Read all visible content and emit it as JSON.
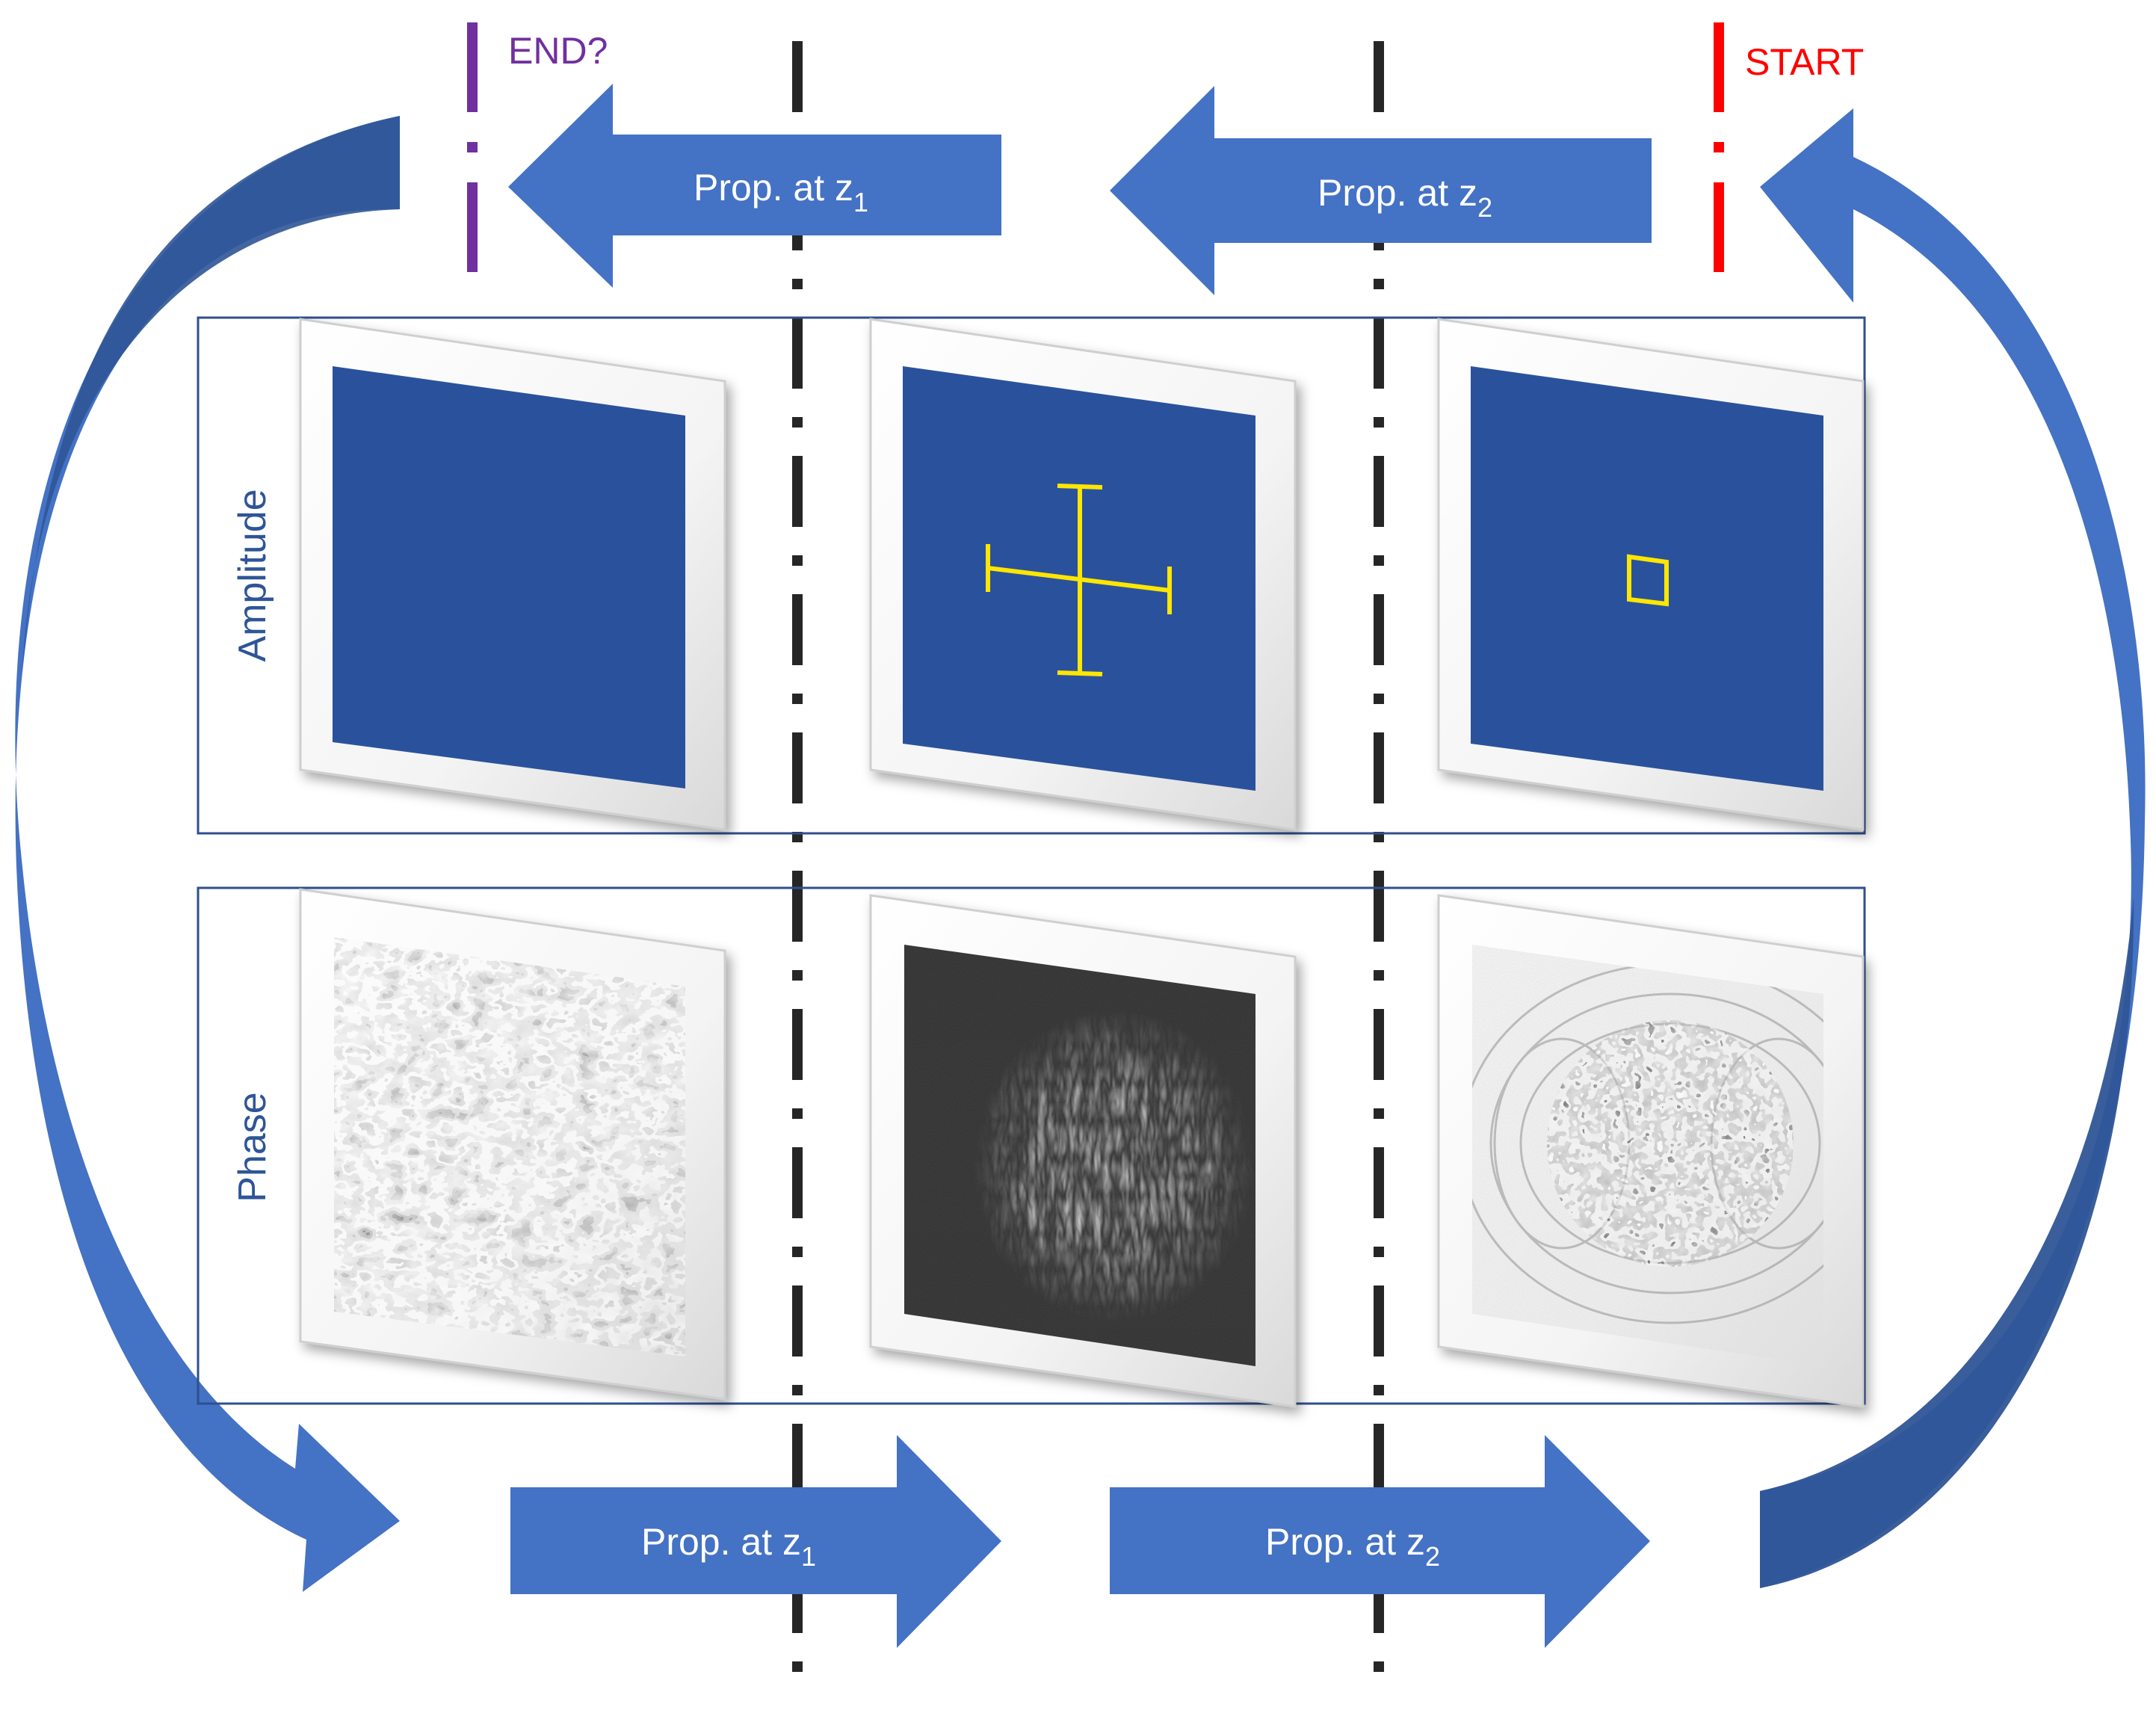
{
  "labels": {
    "end": "END?",
    "start": "START",
    "amplitude": "Amplitude",
    "phase": "Phase"
  },
  "arrows": {
    "top_left": {
      "text": "Prop. at z",
      "sub": "1"
    },
    "top_right": {
      "text": "Prop. at z",
      "sub": "2"
    },
    "bottom_left": {
      "text": "Prop. at z",
      "sub": "1"
    },
    "bottom_right": {
      "text": "Prop. at z",
      "sub": "2"
    }
  },
  "colors": {
    "arrow_blue": "#4472c4",
    "curve_dark": "#2f5597",
    "panel_blue": "#2a529c",
    "frame_border": "#2f4f8f",
    "end_purple": "#7030a0",
    "start_red": "#ff0000",
    "mark_yellow": "#ffe600",
    "plane_line": "#262626"
  }
}
